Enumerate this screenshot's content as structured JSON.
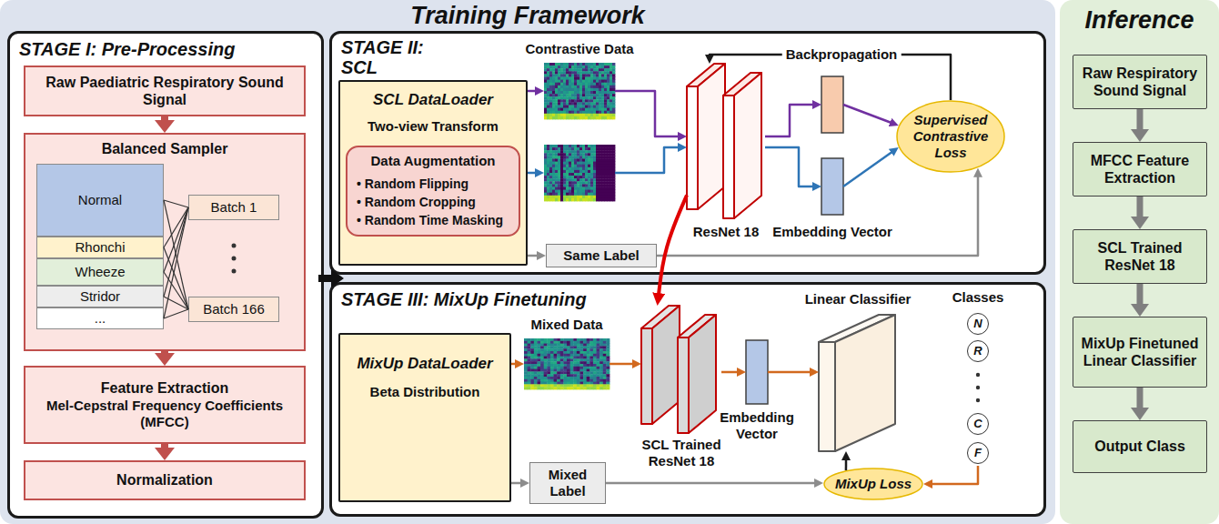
{
  "diagram": {
    "nodes": [
      {
        "text": [
          "Training Framework"
        ]
      },
      {
        "text": [
          "STAGE I: Pre-Processing"
        ],
        "in": 0
      },
      {
        "text": [
          "Raw Paediatric Respiratory Sound Signal"
        ],
        "in": 1
      },
      {
        "text": [
          "Balanced Sampler"
        ],
        "in": 1
      },
      {
        "text": [
          "Normal"
        ],
        "in": 3
      },
      {
        "text": [
          "Rhonchi"
        ],
        "in": 3
      },
      {
        "text": [
          "Wheeze"
        ],
        "in": 3
      },
      {
        "text": [
          "Stridor"
        ],
        "in": 3
      },
      {
        "text": [
          "..."
        ],
        "in": 3
      },
      {
        "text": [
          "Batch 1"
        ],
        "in": 3
      },
      {
        "text": [
          "Batch 166"
        ],
        "in": 3
      },
      {
        "text": [
          "Feature Extraction",
          "Mel-Cepstral Frequency Coefficients (MFCC)"
        ],
        "in": 1
      },
      {
        "text": [
          "Normalization"
        ],
        "in": 1
      },
      {
        "text": [
          "STAGE II: SCL"
        ],
        "in": 0
      },
      {
        "text": [
          "SCL DataLoader",
          "Two-view Transform"
        ],
        "in": 13
      },
      {
        "text": [
          "Data Augmentation",
          "• Random Flipping",
          "• Random Cropping",
          "• Random Time Masking"
        ],
        "in": 14
      },
      {
        "text": [
          "Same Label"
        ],
        "in": 13
      },
      {
        "text": [
          "Contrastive Data"
        ],
        "in": 13
      },
      {
        "text": [
          "ResNet 18"
        ],
        "in": 13
      },
      {
        "text": [
          "Embedding Vector"
        ],
        "in": 13
      },
      {
        "text": [
          "Supervised Contrastive Loss"
        ],
        "in": 13
      },
      {
        "text": [
          "STAGE III: MixUp Finetuning"
        ],
        "in": 0
      },
      {
        "text": [
          "MixUp DataLoader",
          "Beta Distribution"
        ],
        "in": 21
      },
      {
        "text": [
          "Mixed Data"
        ],
        "in": 21
      },
      {
        "text": [
          "Mixed Label"
        ],
        "in": 21
      },
      {
        "text": [
          "SCL Trained ResNet 18"
        ],
        "in": 21
      },
      {
        "text": [
          "Embedding Vector"
        ],
        "in": 21
      },
      {
        "text": [
          "Linear Classifier"
        ],
        "in": 21
      },
      {
        "text": [
          "Classes"
        ],
        "in": 21
      },
      {
        "text": [
          "N"
        ],
        "in": 28
      },
      {
        "text": [
          "R"
        ],
        "in": 28
      },
      {
        "text": [
          "C"
        ],
        "in": 28
      },
      {
        "text": [
          "F"
        ],
        "in": 28
      },
      {
        "text": [
          "MixUp Loss"
        ],
        "in": 21
      },
      {
        "text": [
          "Inference"
        ]
      },
      {
        "text": [
          "Raw Respiratory Sound Signal"
        ],
        "in": 34
      },
      {
        "text": [
          "MFCC Feature Extraction"
        ],
        "in": 34
      },
      {
        "text": [
          "SCL Trained ResNet 18"
        ],
        "in": 34
      },
      {
        "text": [
          "MixUp Finetuned Linear Classifier"
        ],
        "in": 34
      },
      {
        "text": [
          "Output Class"
        ],
        "in": 34
      }
    ],
    "edges": [
      {
        "from": 2,
        "to": 3,
        "arrow": "to"
      },
      {
        "from": 3,
        "to": 11,
        "arrow": "to"
      },
      {
        "from": 11,
        "to": 12,
        "arrow": "to"
      },
      {
        "from": 4,
        "to": 9,
        "arrow": "none"
      },
      {
        "from": 4,
        "to": 10,
        "arrow": "none"
      },
      {
        "from": 5,
        "to": 9,
        "arrow": "none"
      },
      {
        "from": 5,
        "to": 10,
        "arrow": "none"
      },
      {
        "from": 6,
        "to": 9,
        "arrow": "none"
      },
      {
        "from": 6,
        "to": 10,
        "arrow": "none"
      },
      {
        "from": 7,
        "to": 9,
        "arrow": "none"
      },
      {
        "from": 7,
        "to": 10,
        "arrow": "none"
      },
      {
        "from": 8,
        "to": 9,
        "arrow": "none"
      },
      {
        "from": 8,
        "to": 10,
        "arrow": "none"
      },
      {
        "from": 14,
        "to": 17,
        "arrow": "to"
      },
      {
        "from": 14,
        "to": 17,
        "arrow": "to"
      },
      {
        "from": 17,
        "to": 18,
        "arrow": "to"
      },
      {
        "from": 17,
        "to": 18,
        "arrow": "to"
      },
      {
        "from": 18,
        "to": 19,
        "arrow": "to"
      },
      {
        "from": 18,
        "to": 19,
        "arrow": "to"
      },
      {
        "from": 19,
        "to": 20,
        "arrow": "to"
      },
      {
        "from": 19,
        "to": 20,
        "arrow": "to"
      },
      {
        "from": 14,
        "to": 16,
        "arrow": "to"
      },
      {
        "from": 16,
        "to": 20,
        "arrow": "to"
      },
      {
        "from": 20,
        "to": 18,
        "arrow": "to",
        "label": "Backpropagation"
      },
      {
        "from": 18,
        "to": 25,
        "arrow": "to"
      },
      {
        "from": 22,
        "to": 23,
        "arrow": "to"
      },
      {
        "from": 22,
        "to": 24,
        "arrow": "to"
      },
      {
        "from": 23,
        "to": 25,
        "arrow": "to"
      },
      {
        "from": 25,
        "to": 26,
        "arrow": "to"
      },
      {
        "from": 26,
        "to": 27,
        "arrow": "to"
      },
      {
        "from": 28,
        "to": 33,
        "arrow": "to"
      },
      {
        "from": 24,
        "to": 33,
        "arrow": "to"
      },
      {
        "from": 33,
        "to": 27,
        "arrow": "to"
      },
      {
        "from": 35,
        "to": 36,
        "arrow": "to"
      },
      {
        "from": 36,
        "to": 37,
        "arrow": "to"
      },
      {
        "from": 37,
        "to": 38,
        "arrow": "to"
      },
      {
        "from": 38,
        "to": 39,
        "arrow": "to"
      }
    ]
  }
}
